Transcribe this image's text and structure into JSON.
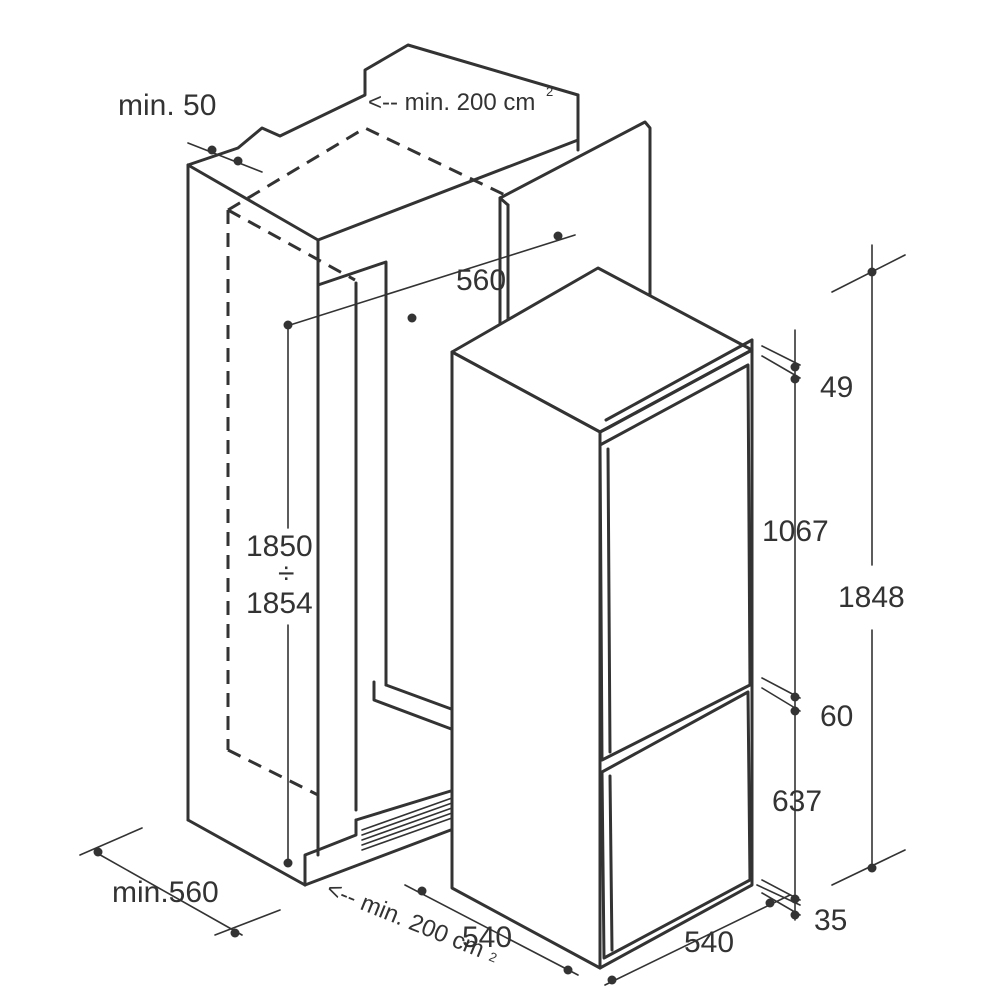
{
  "labels": {
    "min_top_gap": "min. 50",
    "vent_top": "<-- min. 200 cm",
    "vent_top_sup": "2",
    "niche_depth": "560",
    "niche_height_a": "1850",
    "niche_height_sep": "÷",
    "niche_height_b": "1854",
    "min_width": "min.560",
    "vent_bottom": "<-- min. 200 cm",
    "vent_bottom_sup": "2",
    "appliance_width": "540",
    "appliance_depth": "540",
    "top_cap": "49",
    "upper_door": "1067",
    "total_height": "1848",
    "door_gap": "60",
    "lower_door": "637",
    "plinth": "35"
  },
  "colors": {
    "line": "#333333",
    "background": "#ffffff"
  }
}
